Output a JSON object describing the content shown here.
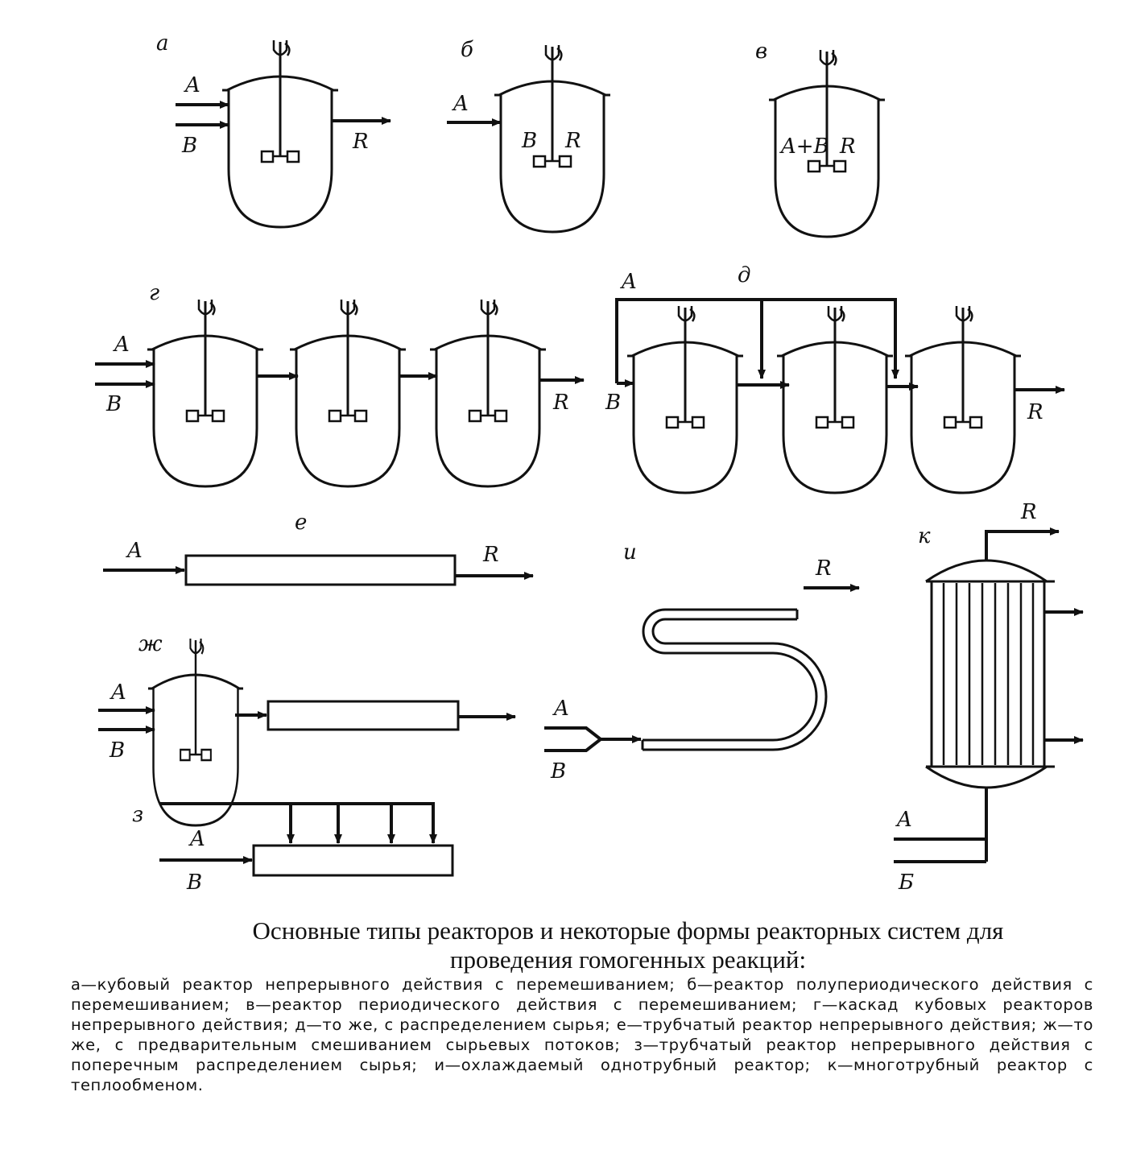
{
  "panels": {
    "a": "a",
    "b": "б",
    "v": "в",
    "g": "г",
    "d": "д",
    "e": "е",
    "zh": "ж",
    "z": "з",
    "i": "и",
    "k": "к"
  },
  "streams": {
    "A": "A",
    "B": "B",
    "R": "R",
    "AB": "A+B",
    "Bcyr": "Б"
  },
  "caption": {
    "title": "Основные типы реакторов и некоторые формы реакторных систем для проведения гомогенных реакций:",
    "legend": "а—кубовый реактор непрерывного действия с перемешиванием; б—реактор полупериодического действия с перемешиванием; в—реактор периодического действия с перемешиванием; г—каскад кубовых реакторов непрерывного действия; д—то же, с распределением сырья; е—трубчатый реактор непрерывного действия; ж—то же, с предварительным смешиванием сырьевых потоков; з—трубчатый реактор непрерывного действия с поперечным распределением сырья; и—охлаждаемый однотрубный реактор; к—многотрубный реактор с теплообменом."
  }
}
